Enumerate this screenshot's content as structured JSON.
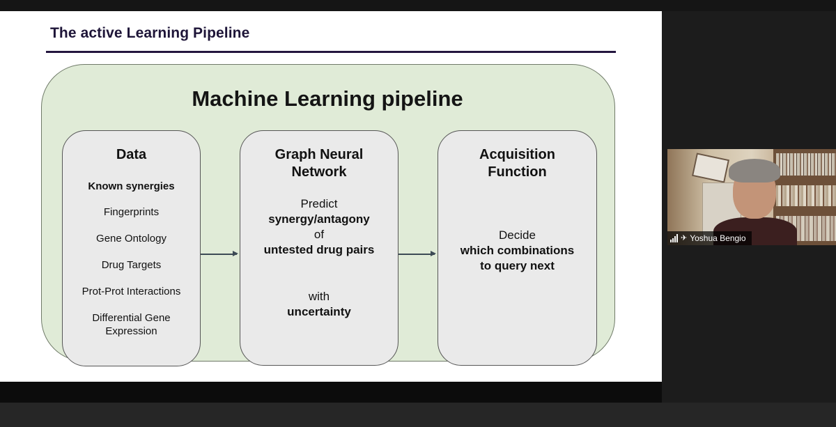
{
  "slide": {
    "title": "The active Learning Pipeline",
    "pipeline_title": "Machine Learning pipeline",
    "stages": {
      "data": {
        "heading": "Data",
        "items": [
          {
            "label": "Known synergies",
            "bold": true
          },
          {
            "label": "Fingerprints"
          },
          {
            "label": "Gene Ontology"
          },
          {
            "label": "Drug Targets"
          },
          {
            "label": "Prot-Prot Interactions"
          },
          {
            "label": "Differential Gene"
          },
          {
            "label": "Expression"
          }
        ]
      },
      "gnn": {
        "heading_line1": "Graph Neural",
        "heading_line2": "Network",
        "lines": [
          "Predict",
          "synergy/antagony",
          "of",
          "untested drug pairs",
          "with",
          "uncertainty"
        ]
      },
      "acquisition": {
        "heading_line1": "Acquisition",
        "heading_line2": "Function",
        "lines": [
          "Decide",
          "which combinations",
          "to query next"
        ]
      }
    }
  },
  "video": {
    "participant_name": "Yoshua Bengio",
    "icons": [
      "signal-icon",
      "mic-icon"
    ]
  },
  "colors": {
    "slide_bg": "#ffffff",
    "pipeline_bg": "#e0ebd7",
    "stage_bg": "#eaeaea",
    "title_color": "#1e1538",
    "app_bg": "#1c1c1c"
  }
}
